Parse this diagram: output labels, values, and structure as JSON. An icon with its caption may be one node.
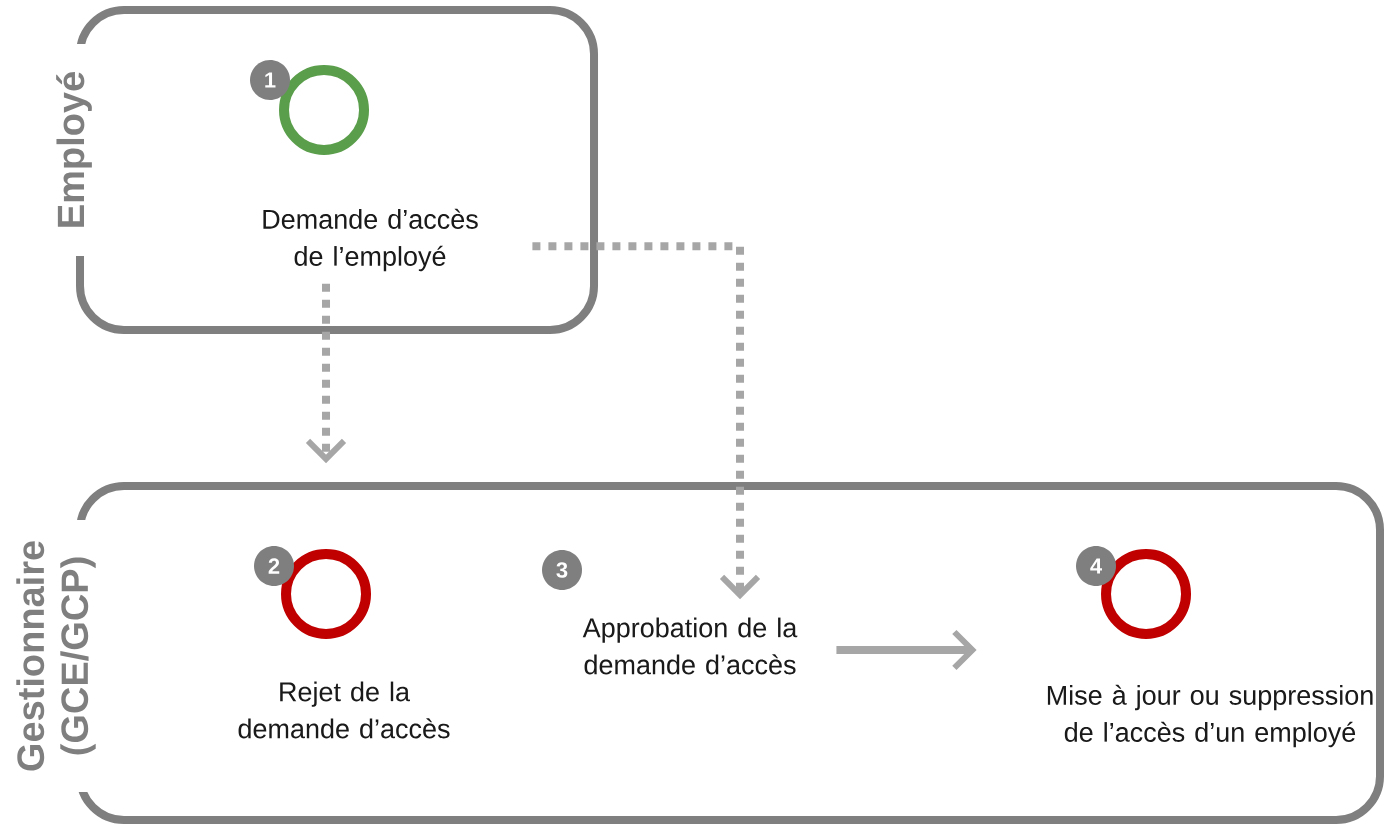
{
  "diagram": {
    "nodes": [
      {
        "text": [
          "Employé"
        ]
      },
      {
        "text": [
          "1",
          "Demande d’accès de l’employé"
        ],
        "in": 0
      },
      {
        "text": [
          "Gestionnaire (GCE/GCP)"
        ]
      },
      {
        "text": [
          "2",
          "Rejet de la demande d’accès"
        ],
        "in": 2
      },
      {
        "text": [
          "3",
          "Approbation de la demande d’accès"
        ],
        "in": 2
      },
      {
        "text": [
          "4",
          "Mise à jour ou suppression de l’accès d’un employé"
        ],
        "in": 2
      }
    ],
    "edges": [
      {
        "from": 1,
        "to": 3,
        "arrow": "to",
        "style": "dashed"
      },
      {
        "from": 1,
        "to": 4,
        "arrow": "to",
        "style": "dashed"
      },
      {
        "from": 4,
        "to": 5,
        "arrow": "to"
      }
    ]
  }
}
